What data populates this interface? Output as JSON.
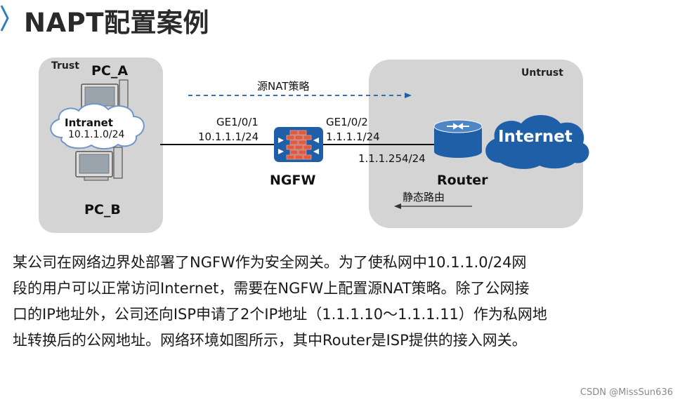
{
  "slide": {
    "title": "NAPT配置案例"
  },
  "zones": {
    "trust": "Trust",
    "untrust": "Untrust"
  },
  "trust_side": {
    "pc_a": "PC_A",
    "pc_b": "PC_B",
    "intranet_name": "Intranet",
    "intranet_subnet": "10.1.1.0/24"
  },
  "ngfw": {
    "name": "NGFW",
    "left_interface": "GE1/0/1",
    "left_ip": "10.1.1.1/24",
    "right_interface": "GE1/0/2",
    "right_ip": "1.1.1.1/24"
  },
  "router": {
    "name": "Router",
    "ip": "1.1.1.254/24"
  },
  "internet": {
    "label": "Internet"
  },
  "policies": {
    "source_nat": "源NAT策略",
    "static_route": "静态路由"
  },
  "description": [
    "某公司在网络边界处部署了NGFW作为安全网关。为了使私网中10.1.1.0/24网",
    "段的用户可以正常访问Internet，需要在NGFW上配置源NAT策略。除了公网接",
    "口的IP地址外，公司还向ISP申请了2个IP地址（1.1.1.10～1.1.1.11）作为私网地",
    "址转换后的公网地址。网络环境如图所示，其中Router是ISP提供的接入网关。"
  ],
  "watermark": "CSDN @MissSun636",
  "colors": {
    "zone_bg": "#d4d4d4",
    "accent_blue": "#1f5fa8",
    "firewall_red": "#d9432f",
    "title_arrow": "#2e7fc1"
  },
  "icons": [
    "chevron-right-icon",
    "pc-icon",
    "cloud-icon",
    "firewall-icon",
    "router-icon"
  ]
}
